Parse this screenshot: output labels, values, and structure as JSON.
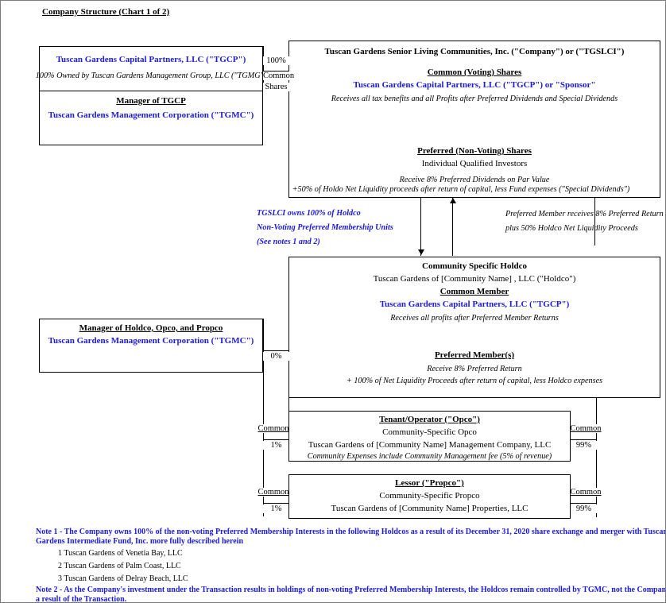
{
  "document": {
    "chart_title": "Company Structure (Chart 1 of 2)"
  },
  "tgcp_box": {
    "name": "Tuscan Gardens Capital Partners, LLC (\"TGCP\")",
    "ownership_note": "100% Owned by Tuscan Gardens Management Group, LLC  (\"TGMG\")",
    "manager_heading": "Manager of TGCP",
    "manager_name": "Tuscan Gardens Management Corporation (\"TGMC\")"
  },
  "company_box": {
    "title": "Tuscan Gardens Senior Living Communities, Inc. (\"Company\") or (\"TGSLCI\")",
    "common_heading": "Common (Voting) Shares",
    "common_holder": "Tuscan Gardens Capital Partners, LLC (\"TGCP\") or \"Sponsor\"",
    "common_note": "Receives all tax benefits and all Profits after Preferred Dividends and Special Dividends",
    "preferred_heading": "Preferred (Non-Voting) Shares",
    "preferred_holder": "Individual Qualified Investors",
    "preferred_note1": "Receive 8% Preferred Dividends on Par Value",
    "preferred_note2": "+50% of Holdo Net Liquidity proceeds after return of capital, less Fund expenses (\"Special Dividends\")"
  },
  "connectors": {
    "tgcp_to_company_pct": "100%",
    "tgcp_to_company_type_line1": "Common",
    "tgcp_to_company_type_line2": "Shares",
    "manager_to_holdco_pct": "0%",
    "opco_common_label": "Common",
    "opco_left_pct": "1%",
    "opco_right_label": "Common",
    "opco_right_pct": "99%",
    "propco_common_label": "Common",
    "propco_left_pct": "1%",
    "propco_right_label": "Common",
    "propco_right_pct": "99%"
  },
  "middle_notes": {
    "left_line1": "TGSLCI owns  100% of Holdco",
    "left_line2": "Non-Voting Preferred Membership Units",
    "left_line3": "(See notes 1 and 2)",
    "right_line1": "Preferred Member receives 8% Preferred Return",
    "right_line2": "plus 50% Holdco Net Liquidity Proceeds"
  },
  "holdco_box": {
    "title": "Community Specific Holdco",
    "entity": "Tuscan Gardens of [Community Name] , LLC (\"Holdco\")",
    "common_heading": "Common Member",
    "common_holder": "Tuscan Gardens Capital Partners, LLC (\"TGCP\")",
    "common_note": "Receives all profits after Preferred Member Returns",
    "preferred_heading": "Preferred Member(s)",
    "preferred_note1": "Receive 8% Preferred Return",
    "preferred_note2": "+ 100% of Net Liquidity Proceeds after return of capital, less Holdco expenses"
  },
  "manager_box": {
    "heading": "Manager of Holdco, Opco, and Propco",
    "name": "Tuscan Gardens Management Corporation (\"TGMC\")"
  },
  "opco_box": {
    "title": "Tenant/Operator (\"Opco\")",
    "subtitle": "Community-Specific Opco",
    "entity": "Tuscan Gardens of [Community Name]  Management Company, LLC",
    "note": "Community Expenses include Community Management fee (5% of revenue)"
  },
  "propco_box": {
    "title": "Lessor (\"Propco\")",
    "subtitle": "Community-Specific Propco",
    "entity": "Tuscan Gardens of [Community Name] Properties, LLC"
  },
  "notes": {
    "note1_line1": "Note 1 - The Company owns 100% of the non-voting Preferred Membership Interests in the following Holdcos as a result of its December 31, 2020 share exchange and merger with Tuscan",
    "note1_line2": "Gardens Intermediate Fund, Inc.  more fully described herein",
    "note1_items": [
      "1  Tuscan Gardens of Venetia Bay, LLC",
      "2  Tuscan Gardens of Palm Coast, LLC",
      "3  Tuscan Gardens of Delray Beach, LLC"
    ],
    "note2_line1": "Note 2 - As the Company's investment under the Transaction results in holdings of non-voting Preferred Membership Interests, the Holdcos remain controlled by TGMC, not the Company as",
    "note2_line2": "a result of the Transaction."
  },
  "colors": {
    "accent_blue": "#1a1aE0",
    "line_black": "#000000",
    "page_bg": "#ffffff"
  }
}
